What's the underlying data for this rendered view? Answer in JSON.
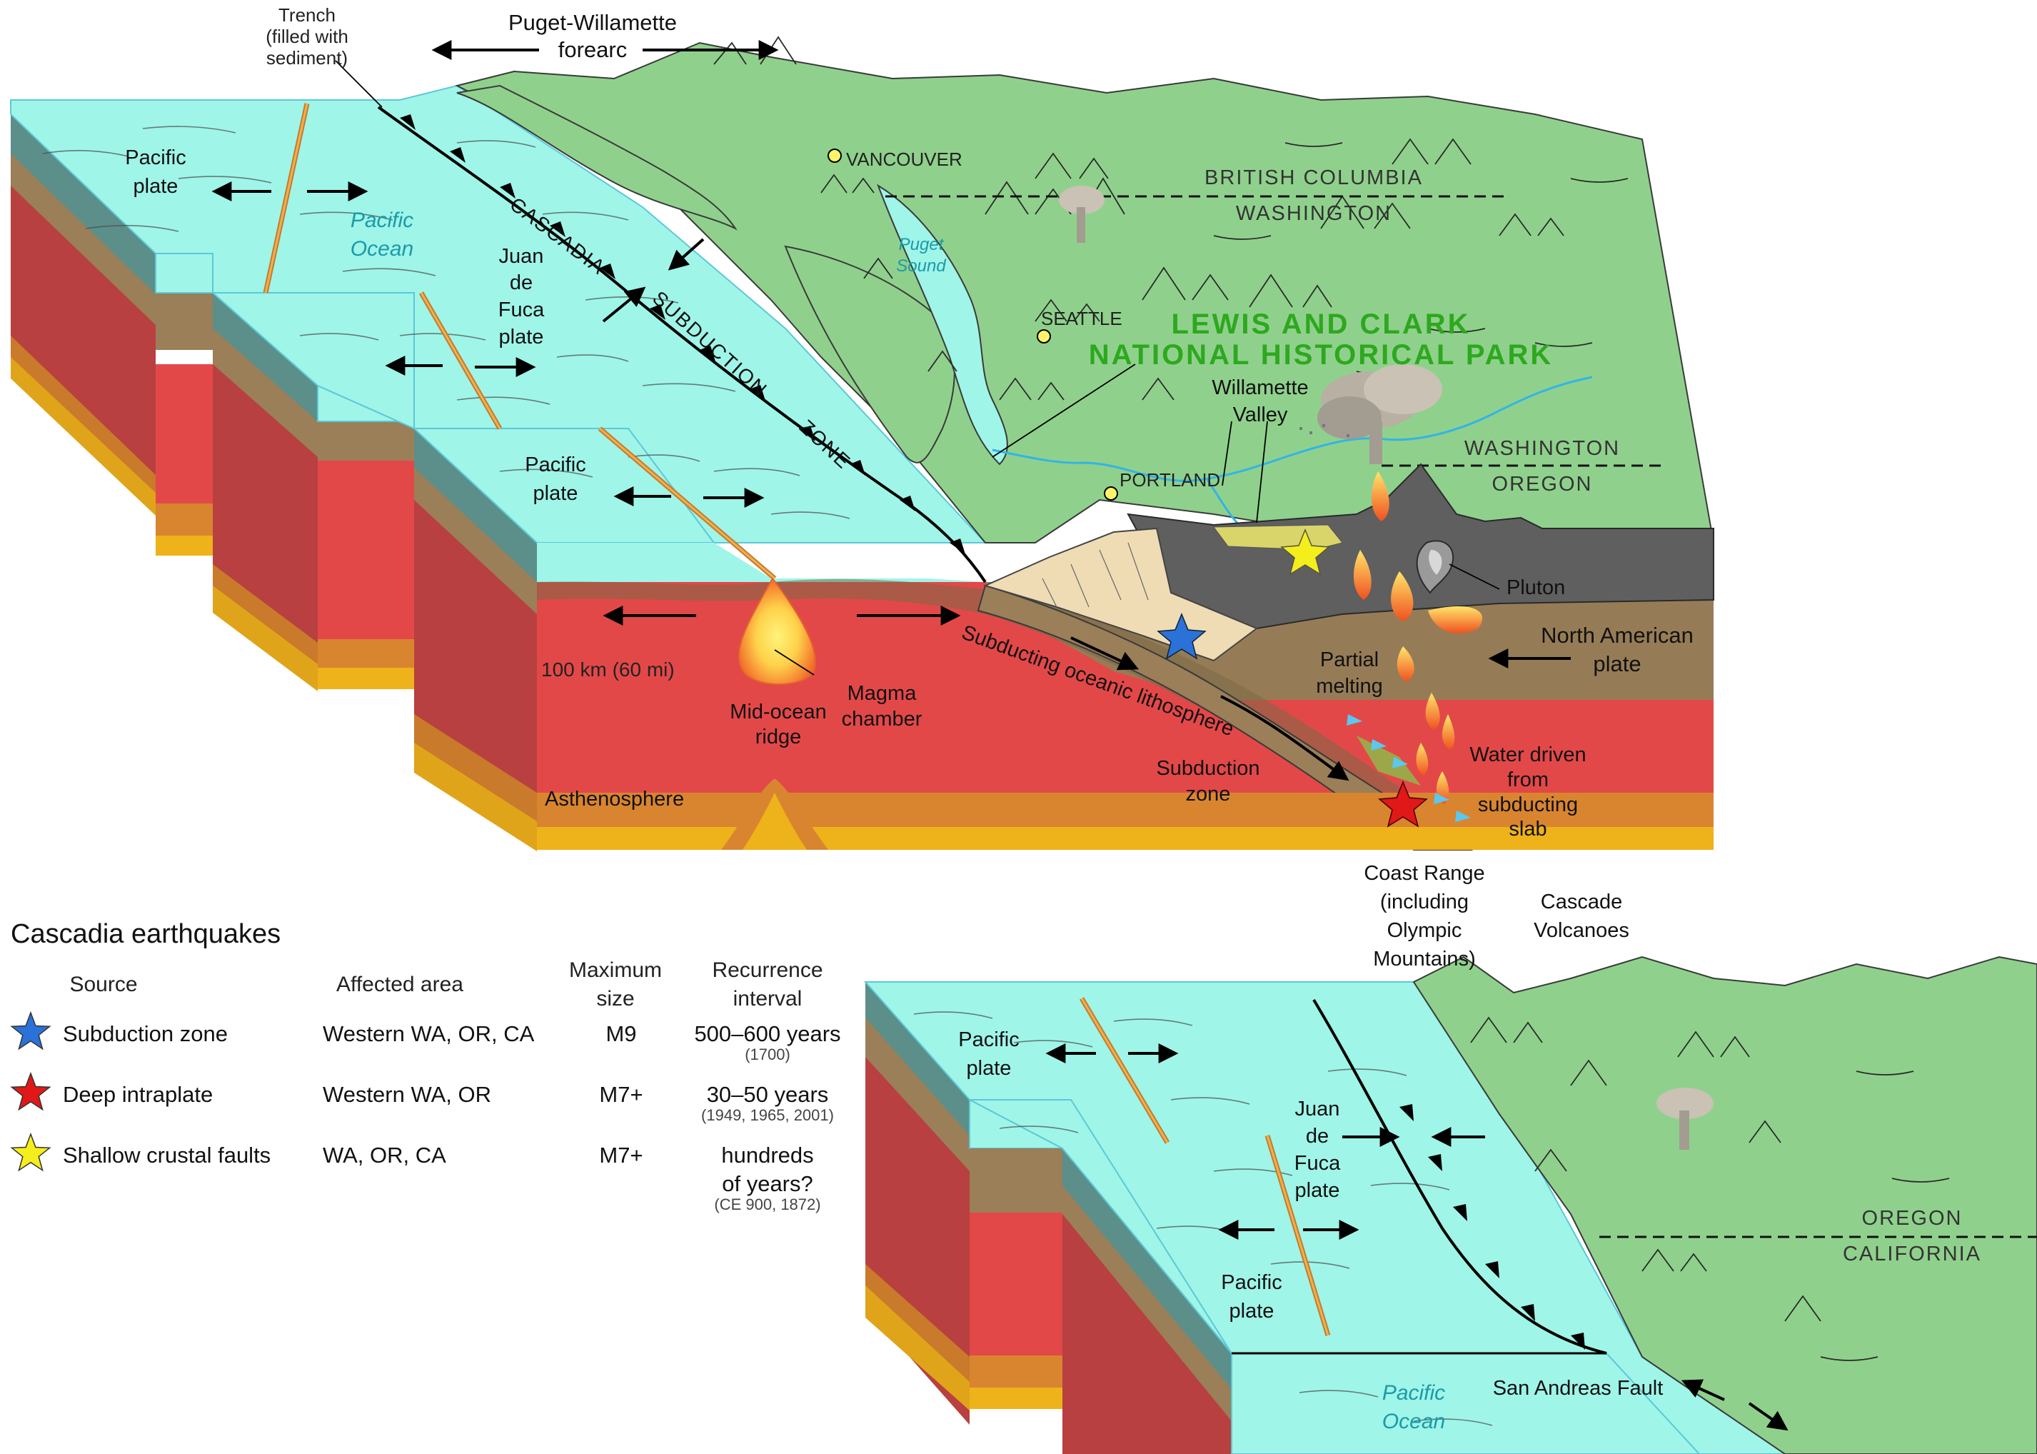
{
  "labels": {
    "trench": [
      "Trench",
      "(filled with",
      "sediment)"
    ],
    "forearc": [
      "Puget-Willamette",
      "forearc"
    ],
    "pacific_plate_1": [
      "Pacific",
      "plate"
    ],
    "pacific_ocean_1": [
      "Pacific",
      "Ocean"
    ],
    "jdf_1": [
      "Juan",
      "de",
      "Fuca",
      "plate"
    ],
    "csz": [
      "CASCADIA",
      "SUBDUCTION",
      "ZONE"
    ],
    "vancouver": "VANCOUVER",
    "puget_sound": [
      "Puget",
      "Sound"
    ],
    "seattle": "SEATTLE",
    "portland": "PORTLAND",
    "bc": "BRITISH COLUMBIA",
    "wa_1": "WASHINGTON",
    "wa_2": "WASHINGTON",
    "or_1": "OREGON",
    "park": [
      "LEWIS AND CLARK",
      "NATIONAL  HISTORICAL PARK"
    ],
    "willamette": [
      "Willamette",
      "Valley"
    ],
    "pacific_plate_2": [
      "Pacific",
      "plate"
    ],
    "pluton": "Pluton",
    "na_plate": [
      "North American",
      "plate"
    ],
    "partial_melting": [
      "Partial",
      "melting"
    ],
    "subducting": "Subducting oceanic lithosphere",
    "depth": "100 km (60 mi)",
    "magma": [
      "Magma",
      "chamber"
    ],
    "mor": [
      "Mid-ocean",
      "ridge"
    ],
    "asthenosphere": "Asthenosphere",
    "sz_lower": [
      "Subduction",
      "zone"
    ],
    "water": [
      "Water driven",
      "from",
      "subducting",
      "slab"
    ],
    "coast_range": [
      "Coast Range",
      "(including",
      "Olympic",
      "Mountains)"
    ],
    "cascade_volcanoes": [
      "Cascade",
      "Volcanoes"
    ],
    "pacific_plate_3": [
      "Pacific",
      "plate"
    ],
    "jdf_2": [
      "Juan",
      "de",
      "Fuca",
      "plate"
    ],
    "pacific_plate_4": [
      "Pacific",
      "plate"
    ],
    "pacific_ocean_2": [
      "Pacific",
      "Ocean"
    ],
    "san_andreas": "San Andreas Fault",
    "or_2": "OREGON",
    "ca": "CALIFORNIA"
  },
  "legend": {
    "title": "Cascadia earthquakes",
    "headers": {
      "source": "Source",
      "area": "Affected area",
      "size": [
        "Maximum",
        "size"
      ],
      "recurrence": [
        "Recurrence",
        "interval"
      ]
    },
    "rows": [
      {
        "star_color": "#2a72d8",
        "source": "Subduction zone",
        "area": "Western WA, OR, CA",
        "size": "M9",
        "recurrence": [
          "500–600 years"
        ],
        "note": "(1700)"
      },
      {
        "star_color": "#e01818",
        "source": "Deep intraplate",
        "area": "Western WA, OR",
        "size": "M7+",
        "recurrence": [
          "30–50 years"
        ],
        "note": "(1949, 1965, 2001)"
      },
      {
        "star_color": "#f4ee1c",
        "source": "Shallow crustal faults",
        "area": "WA, OR, CA",
        "size": "M7+",
        "recurrence": [
          "hundreds",
          "of years?"
        ],
        "note": "(CE 900, 1872)"
      }
    ]
  },
  "colors": {
    "ocean_top": "#9ff5e8",
    "land": "#8fd18c",
    "crust_brown": "#967c56",
    "mantle_red": "#e34848",
    "orange": "#d98530",
    "gold": "#eeb21a",
    "arc_gray": "#5f5f5f",
    "sediment": "#efdcb5",
    "park_green": "#2ea81f"
  }
}
